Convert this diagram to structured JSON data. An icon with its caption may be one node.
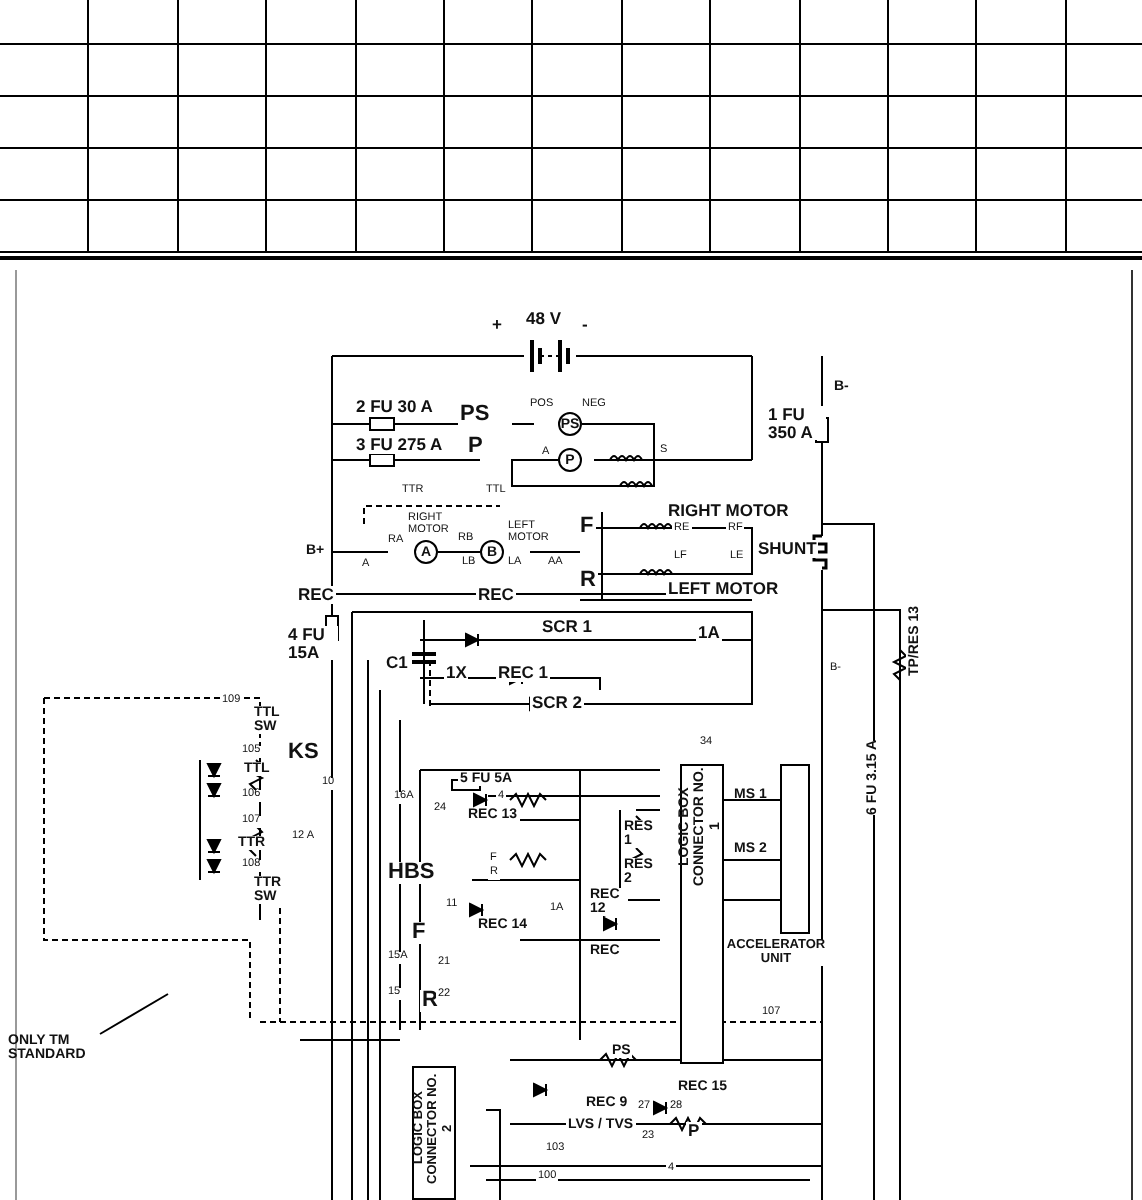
{
  "diagram": {
    "nodes": [
      {
        "text": [
          "LOGIC BOX CONNECTOR NO. 1"
        ]
      },
      {
        "text": [],
        "shape": "box",
        "beside": [
          "ACCELERATOR UNIT"
        ]
      },
      {
        "text": [
          "LOGIC BOX CONNECTOR NO. 2"
        ]
      },
      {
        "text": [
          "ONLY TM STANDARD"
        ]
      },
      {
        "text": [
          "PS"
        ]
      },
      {
        "text": [
          "P"
        ]
      },
      {
        "text": [
          "A"
        ],
        "beside": [
          "RIGHT MOTOR"
        ]
      },
      {
        "text": [
          "B"
        ],
        "beside": [
          "LEFT MOTOR"
        ]
      }
    ],
    "edges": [
      {
        "from": 0,
        "to": 1,
        "arrow": "none"
      },
      {
        "from": 0,
        "to": 1,
        "arrow": "none"
      },
      {
        "from": 0,
        "to": 1,
        "arrow": "none"
      },
      {
        "from": 4,
        "to": 5,
        "arrow": "none"
      },
      {
        "from": 6,
        "to": 7,
        "arrow": "none"
      },
      {
        "from": 3,
        "to": null,
        "arrow": "none"
      }
    ],
    "labels": [
      "48 V",
      "+",
      "-",
      "B-",
      "2 FU 30 A",
      "PS",
      "POS",
      "NEG",
      "3 FU 275 A",
      "P",
      "A",
      "S",
      "1 FU 350 A",
      "TTR",
      "TTL",
      "RA",
      "RB",
      "A",
      "LB",
      "LA",
      "AA",
      "B+",
      "F",
      "RIGHT MOTOR",
      "RE",
      "RF",
      "LF",
      "LE",
      "SHUNT",
      "R",
      "LEFT MOTOR",
      "REC",
      "REC",
      "4 FU 15A",
      "SCR 1",
      "1A",
      "C1",
      "1X",
      "REC 1",
      "SCR 2",
      "B-",
      "TP/RES 13",
      "TTL SW",
      "TTL",
      "TTR",
      "TTR SW",
      "KS",
      "6 FU 3.15 A",
      "5 FU 5A",
      "HBS",
      "REC 13",
      "F",
      "R",
      "REC 14",
      "F",
      "1A",
      "REC 12",
      "REC",
      "RES 1",
      "RES 2",
      "MS 1",
      "MS 2",
      "R",
      "PS",
      "REC 9",
      "REC 15",
      "P",
      "LVS / TVS",
      "107",
      "109",
      "105",
      "106",
      "107",
      "108",
      "10",
      "16A",
      "24",
      "4",
      "12 A",
      "11",
      "15A",
      "21",
      "15",
      "22",
      "34",
      "103",
      "100",
      "27",
      "28",
      "23",
      "4"
    ]
  }
}
